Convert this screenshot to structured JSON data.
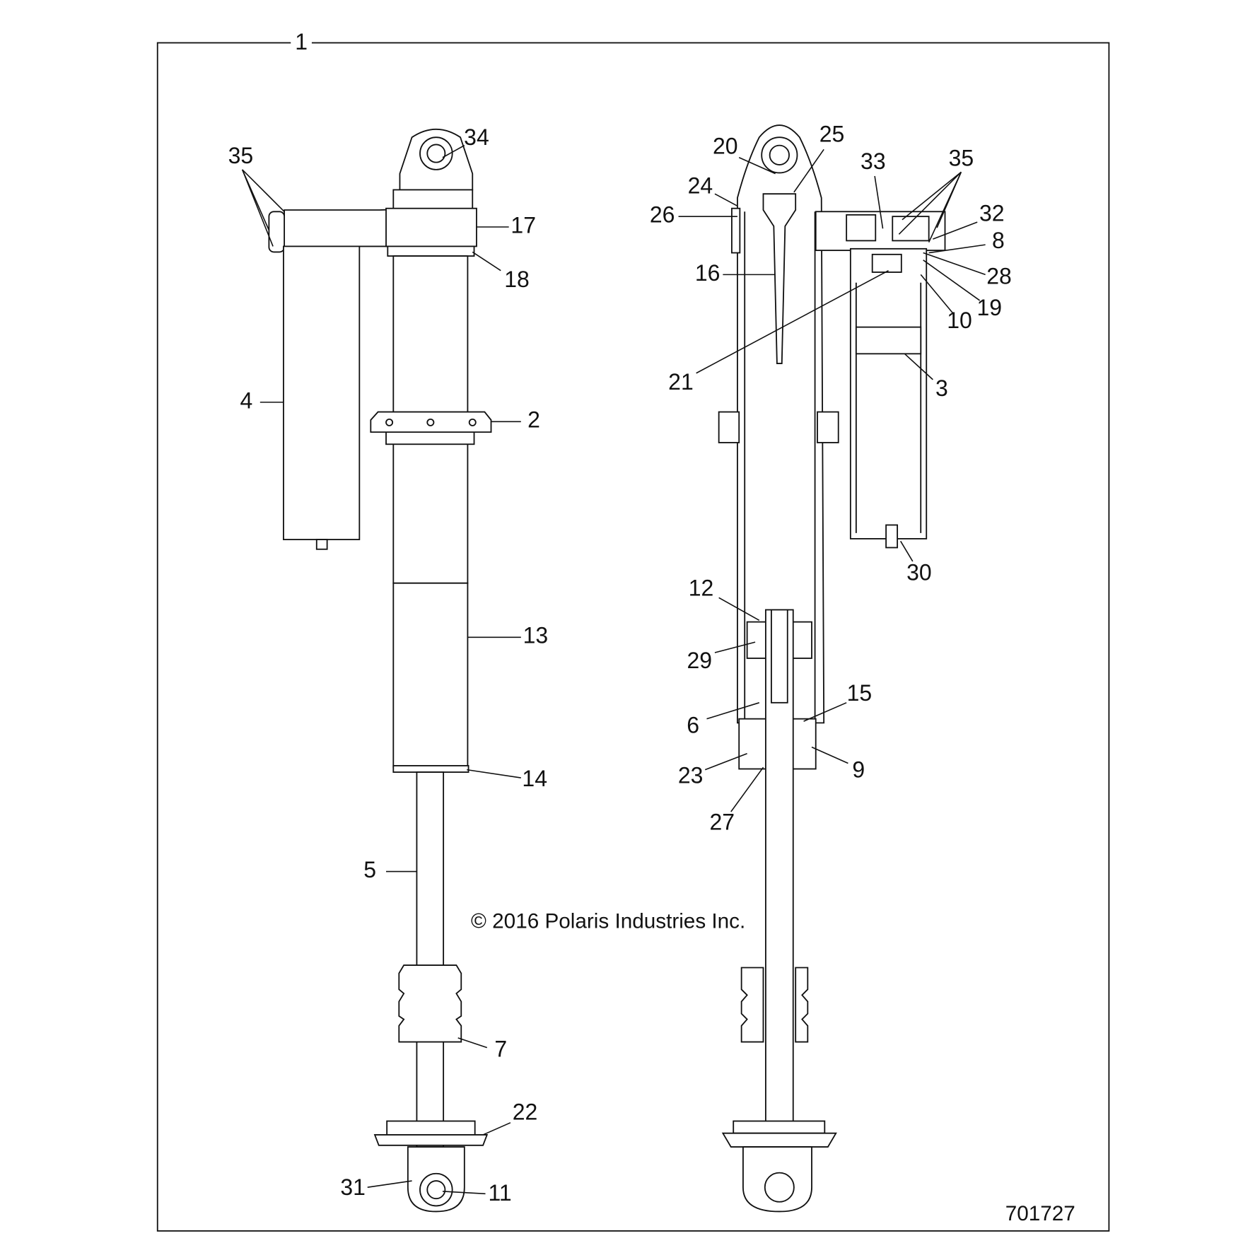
{
  "diagram": {
    "copyright": "© 2016 Polaris Industries Inc.",
    "drawing_number": "701727"
  },
  "callouts": {
    "c1": "1",
    "c2": "2",
    "c3": "3",
    "c4": "4",
    "c5": "5",
    "c6": "6",
    "c7": "7",
    "c8": "8",
    "c9": "9",
    "c10": "10",
    "c11": "11",
    "c12": "12",
    "c13": "13",
    "c14": "14",
    "c15": "15",
    "c16": "16",
    "c17": "17",
    "c18": "18",
    "c19": "19",
    "c20": "20",
    "c21": "21",
    "c22": "22",
    "c23": "23",
    "c24": "24",
    "c25": "25",
    "c26": "26",
    "c27": "27",
    "c28": "28",
    "c29": "29",
    "c30": "30",
    "c31": "31",
    "c32": "32",
    "c33": "33",
    "c34": "34",
    "c35a": "35",
    "c35b": "35"
  }
}
